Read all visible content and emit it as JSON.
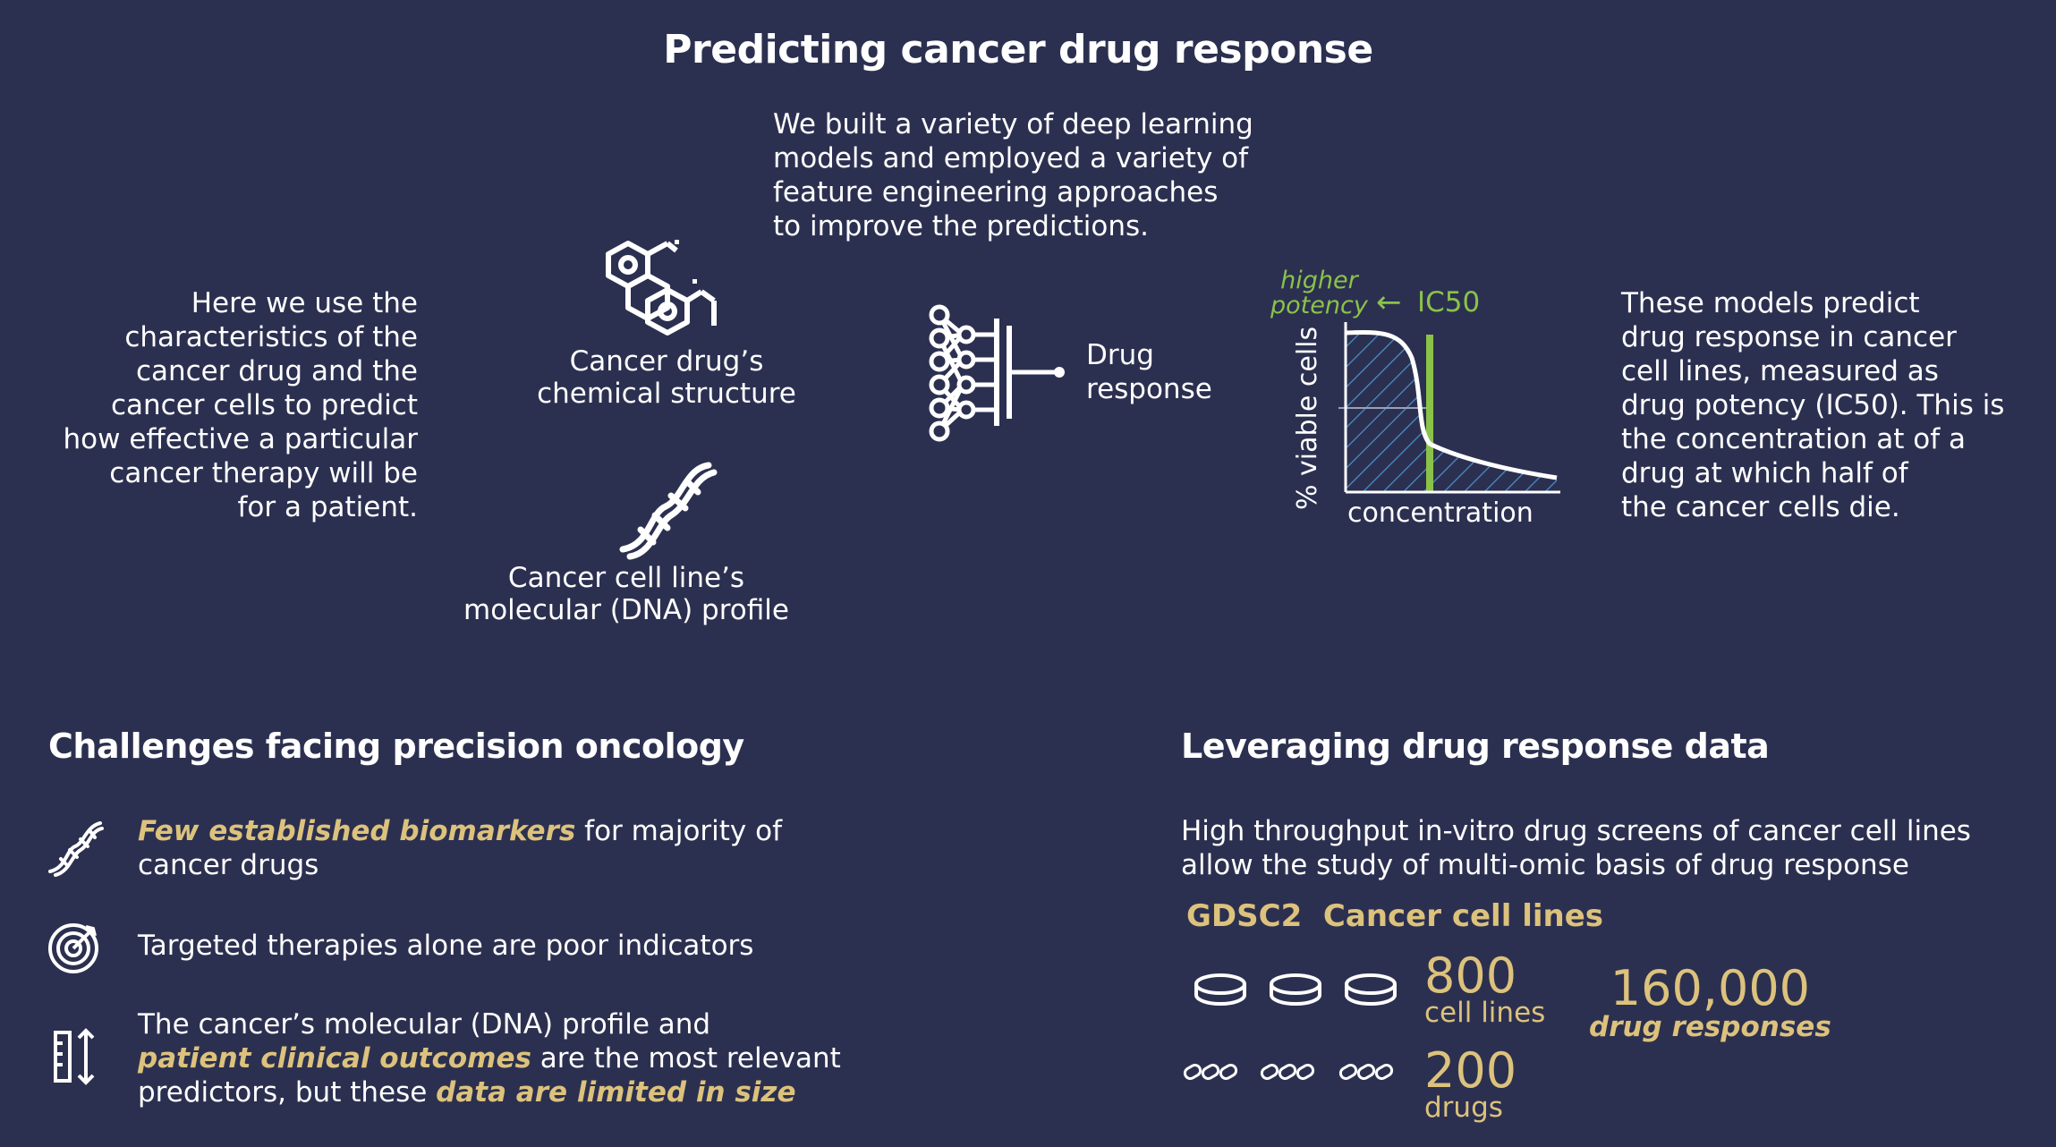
{
  "title": "Predicting cancer drug response",
  "intro": [
    "We built a variety of deep learning",
    "models and employed a variety of",
    "feature engineering approaches",
    "to improve the predictions."
  ],
  "left_text": [
    "Here we use the",
    "characteristics of the",
    "cancer drug and the",
    "cancer cells to predict",
    "how effective a particular",
    "cancer therapy will be",
    "for a patient."
  ],
  "drug_label": [
    "Cancer drug’s",
    "chemical structure"
  ],
  "dna_label": [
    "Cancer cell line’s",
    "molecular (DNA) profile"
  ],
  "response_label": [
    "Drug",
    "response"
  ],
  "curve": {
    "potency_line1": "higher",
    "potency_line2": "potency",
    "arrow": "←",
    "ic50": "IC50",
    "ylabel": "% viable cells",
    "xlabel": "concentration"
  },
  "right_text": [
    "These models  predict",
    "drug response in cancer",
    "cell lines, measured as",
    "drug potency (IC50). This is",
    "the concentration at of a",
    "drug at which half of",
    "the cancer cells die."
  ],
  "challenges": {
    "heading": "Challenges facing precision oncology",
    "item1": {
      "emph": "Few established biomarkers",
      "rest": " for majority of",
      "line2": "cancer drugs"
    },
    "item2": {
      "text": "Targeted therapies alone are poor indicators"
    },
    "item3": {
      "line1": "The cancer’s molecular (DNA) profile and",
      "emph1": "patient clinical outcomes",
      "rest1": " are the most relevant",
      "line3a": "predictors, but these ",
      "emph2": "data are limited in size"
    }
  },
  "leverage": {
    "heading": "Leveraging drug response data",
    "desc": [
      "High throughput in-vitro drug screens of cancer cell lines",
      "allow the study of multi-omic basis of drug response"
    ],
    "dataset": "GDSC2",
    "dataset_sub": "Cancer cell lines",
    "cells_num": "800",
    "cells_label": "cell lines",
    "drugs_num": "200",
    "drugs_label": "drugs",
    "resp_num": "160,000",
    "resp_label": "drug responses"
  },
  "colors": {
    "background": "#2c3050",
    "accent": "#dcc27c",
    "ic50": "#8ac24a",
    "hatch": "#4a90c8"
  }
}
